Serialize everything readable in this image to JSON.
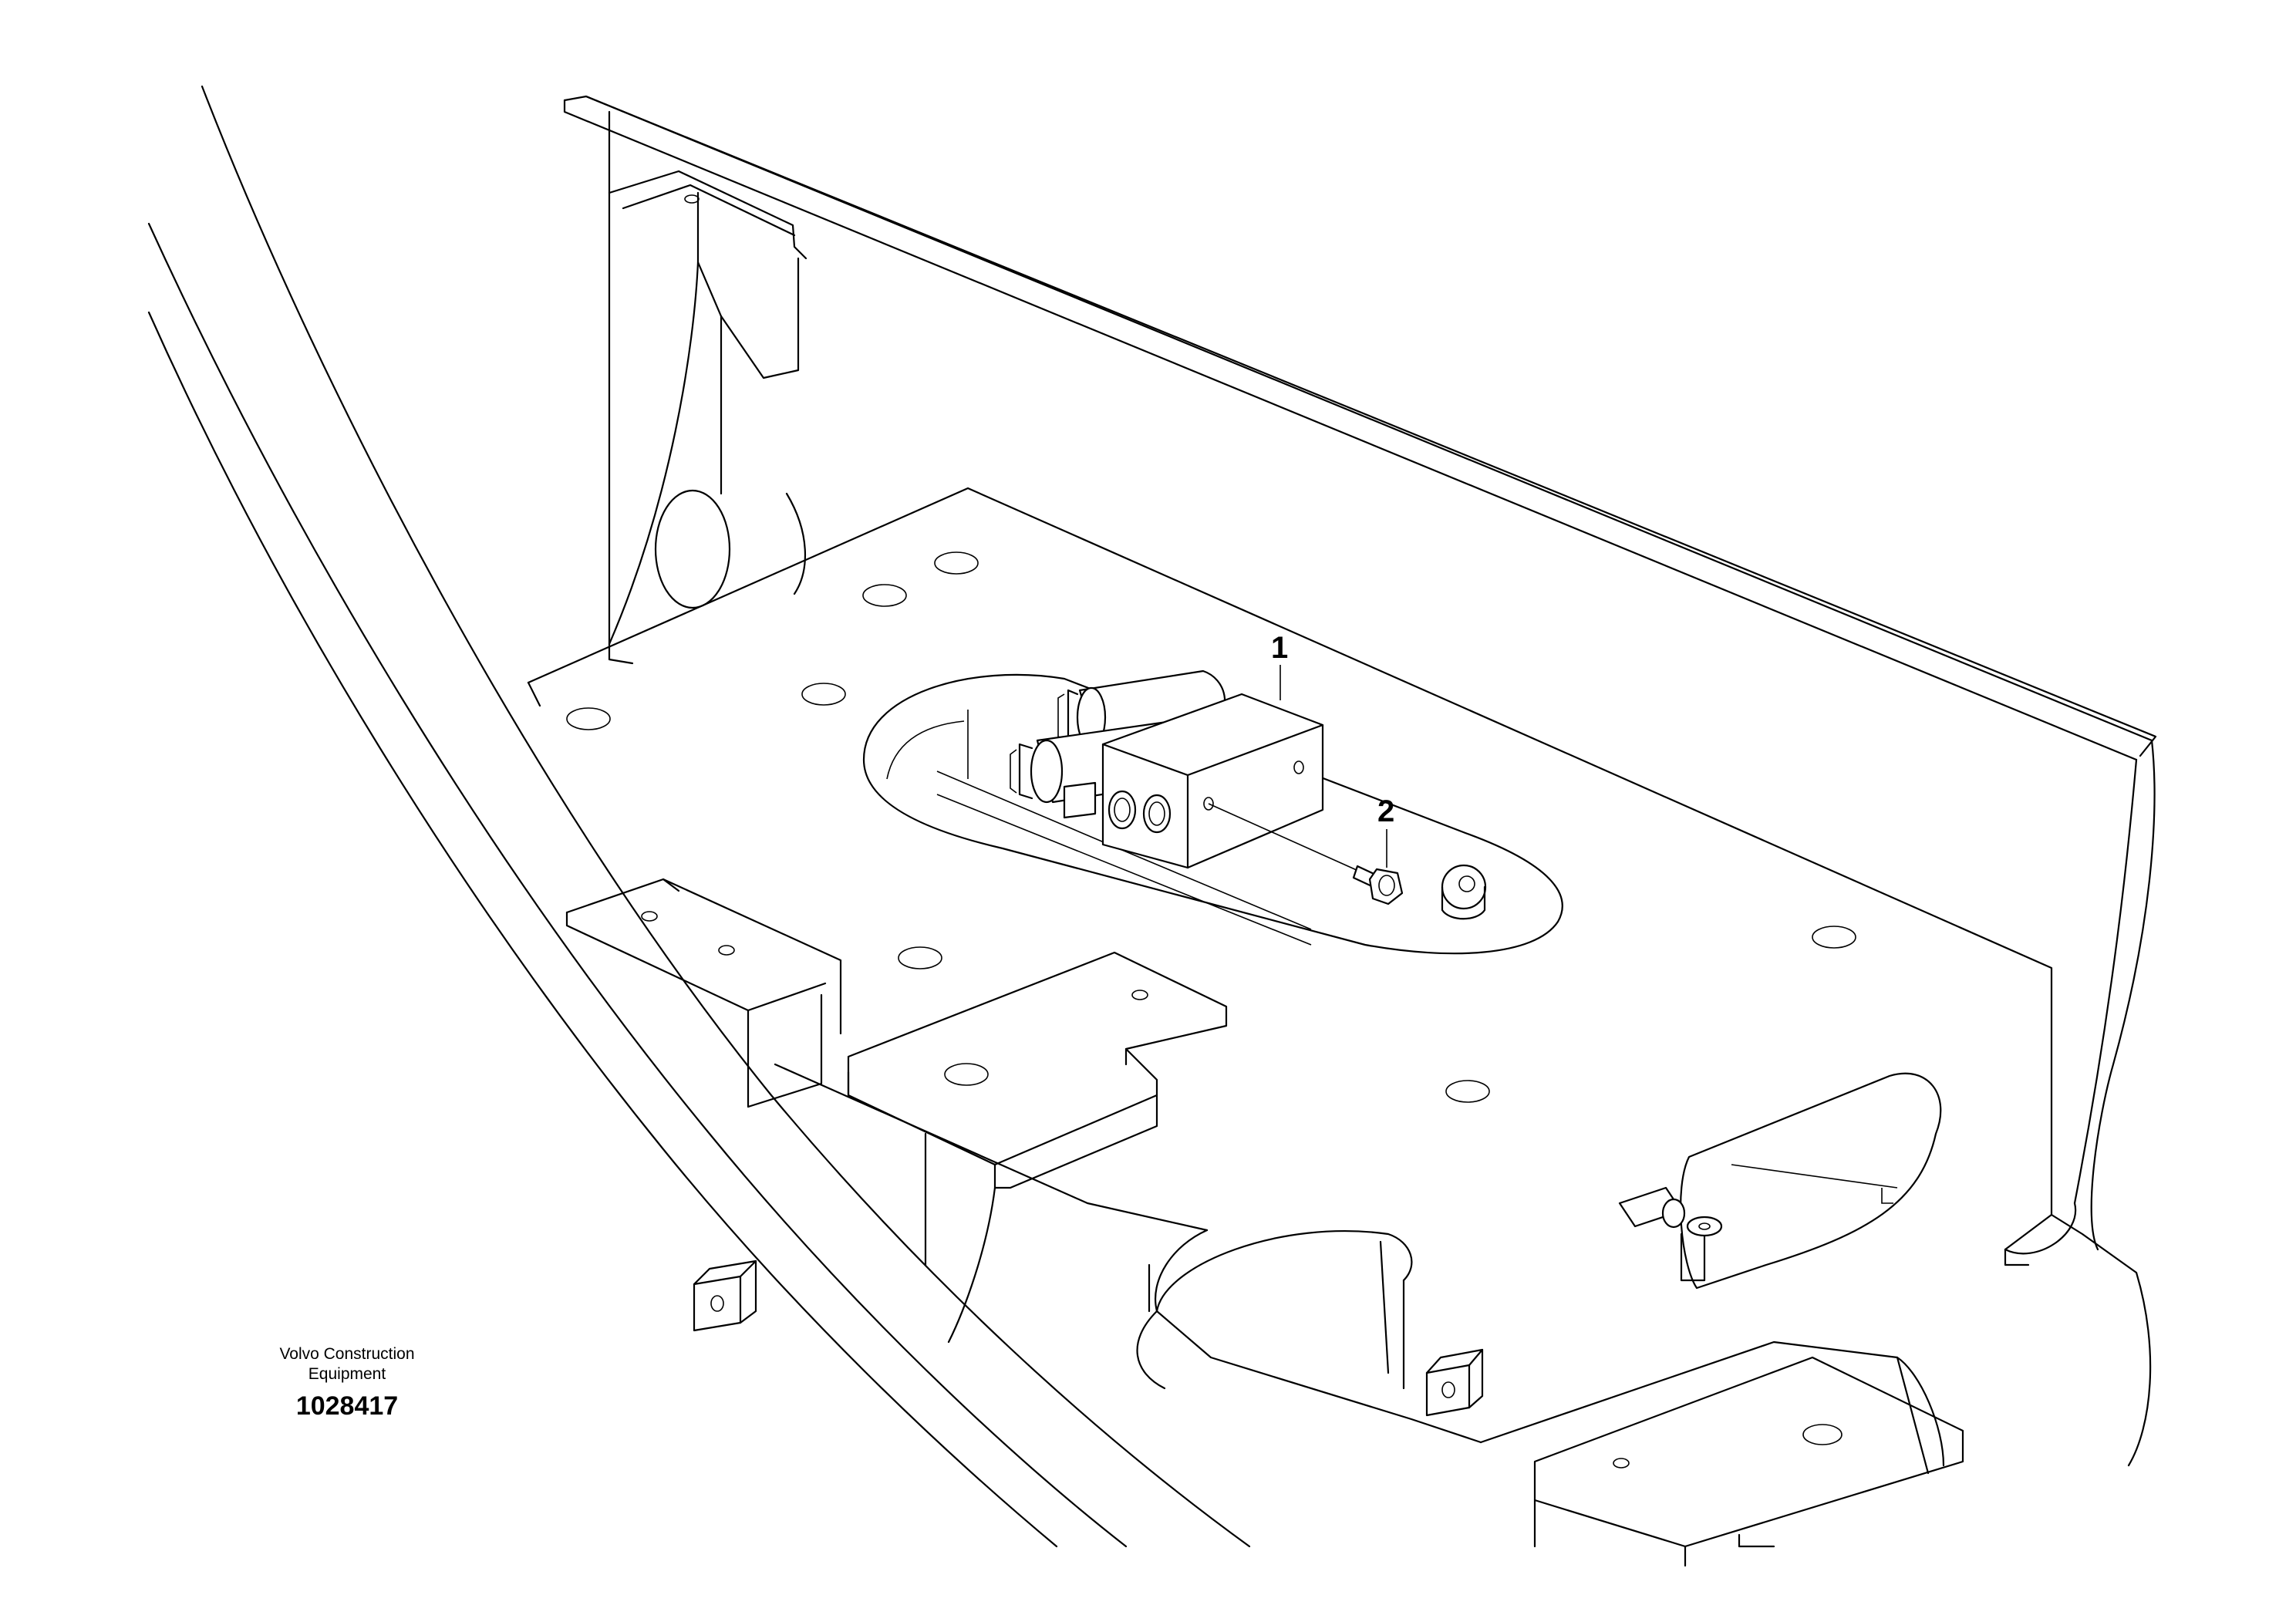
{
  "callouts": {
    "part_1": "1",
    "part_2": "2"
  },
  "caption": {
    "brand_line_1": "Volvo Construction",
    "brand_line_2": "Equipment",
    "drawing_number": "1028417"
  },
  "colors": {
    "line": "#000000",
    "background": "#ffffff"
  }
}
